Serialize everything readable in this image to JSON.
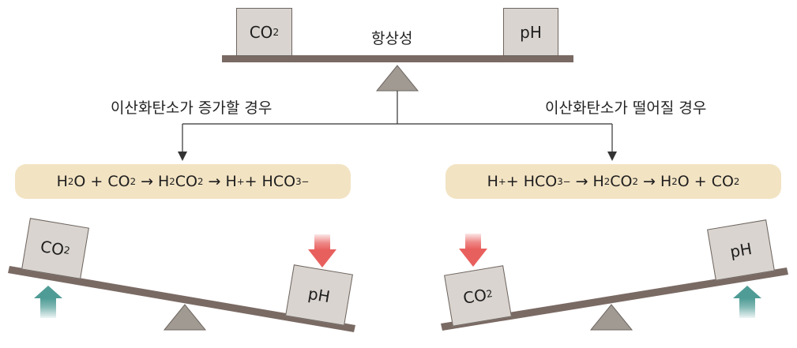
{
  "top": {
    "title": "항상성",
    "left_box": {
      "main": "CO",
      "sub": "2"
    },
    "right_box": {
      "main": "pH"
    }
  },
  "branch_left": {
    "caption": "이산화탄소가 증가할 경우"
  },
  "branch_right": {
    "caption": "이산화탄소가 떨어질 경우"
  },
  "eq_left": [
    {
      "t": "H"
    },
    {
      "sub": "2"
    },
    {
      "t": "O + CO"
    },
    {
      "sub": "2"
    },
    {
      "arrow": "→"
    },
    {
      "t": "H"
    },
    {
      "sub": "2"
    },
    {
      "t": "CO"
    },
    {
      "sub": "2"
    },
    {
      "arrow": "→"
    },
    {
      "t": "H"
    },
    {
      "sup": "+"
    },
    {
      "t": " + HCO"
    },
    {
      "sub": "3"
    },
    {
      "sup": "−"
    }
  ],
  "eq_right": [
    {
      "t": "H"
    },
    {
      "sup": "+"
    },
    {
      "t": " + HCO"
    },
    {
      "sub": "3"
    },
    {
      "sup": "−"
    },
    {
      "arrow": "→"
    },
    {
      "t": "H"
    },
    {
      "sub": "2"
    },
    {
      "t": "CO"
    },
    {
      "sub": "2"
    },
    {
      "arrow": "→"
    },
    {
      "t": "H"
    },
    {
      "sub": "2"
    },
    {
      "t": "O + CO"
    },
    {
      "sub": "2"
    }
  ],
  "bottom_left": {
    "left_box": {
      "main": "CO",
      "sub": "2"
    },
    "right_box": {
      "main": "pH"
    }
  },
  "bottom_right": {
    "left_box": {
      "main": "CO",
      "sub": "2"
    },
    "right_box": {
      "main": "pH"
    }
  },
  "colors": {
    "beam": "#7a6a64",
    "fulcrum": "#a09a93",
    "box_fill": "#d9d4cf",
    "box_border": "#6e6560",
    "pill": "#f2e3c3",
    "arrow_down": "#e8605e",
    "arrow_up": "#4f9c96"
  }
}
